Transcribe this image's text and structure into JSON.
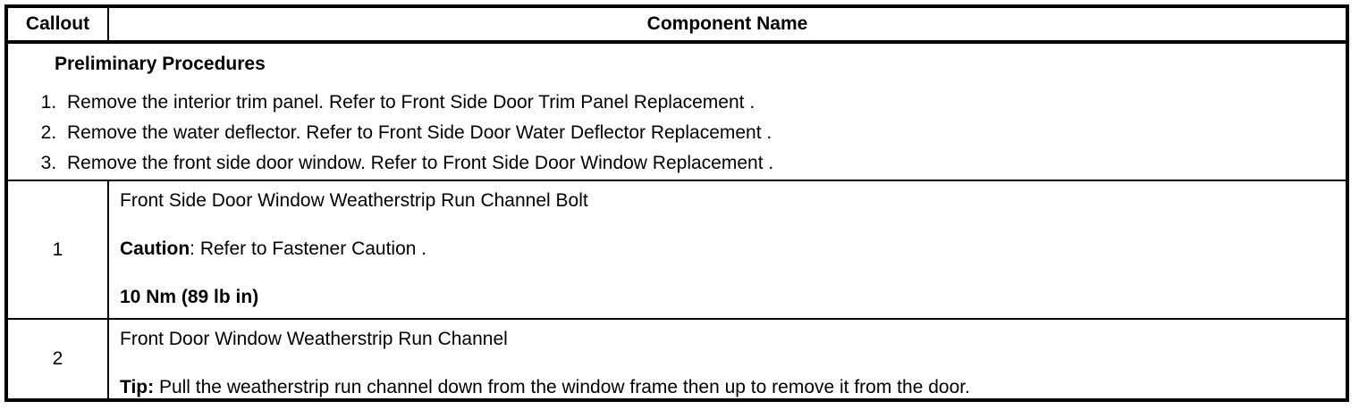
{
  "colors": {
    "border": "#000000",
    "text": "#000000",
    "background": "#ffffff"
  },
  "table": {
    "header": {
      "callout": "Callout",
      "component_name": "Component Name"
    },
    "preliminary": {
      "title": "Preliminary Procedures",
      "steps": [
        "Remove the interior trim panel. Refer to Front Side Door Trim Panel Replacement .",
        "Remove the water deflector. Refer to Front Side Door Water Deflector Replacement .",
        "Remove the front side door window. Refer to Front Side Door Window Replacement ."
      ]
    },
    "rows": [
      {
        "callout": "1",
        "name": "Front Side Door Window Weatherstrip Run Channel Bolt",
        "caution": {
          "label": "Caution",
          "rest": ": Refer to Fastener Caution ."
        },
        "torque": "10 Nm (89 lb in)"
      },
      {
        "callout": "2",
        "name": "Front Door Window Weatherstrip Run Channel",
        "tip": {
          "label": "Tip:",
          "rest": " Pull the weatherstrip run channel down from the window frame then up to remove it from the door."
        }
      }
    ]
  }
}
